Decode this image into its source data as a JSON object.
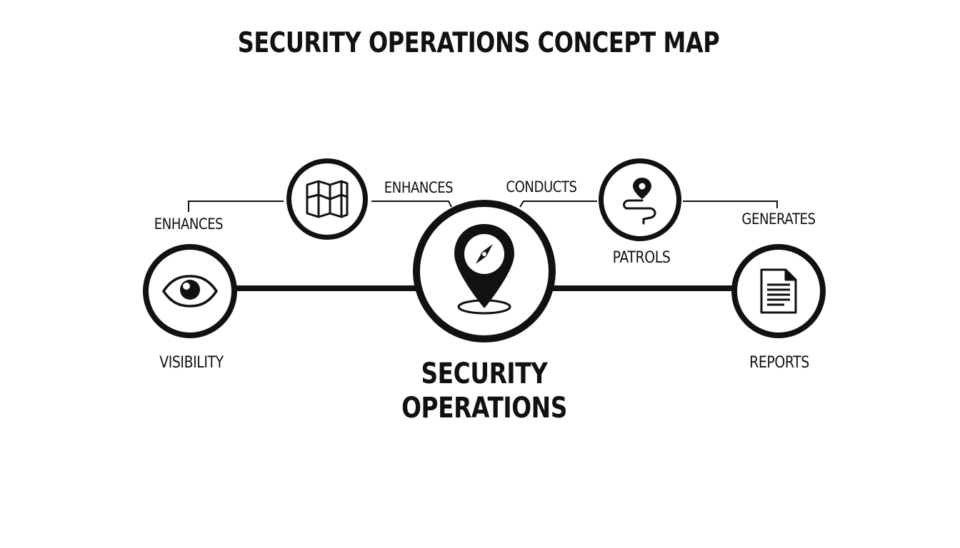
{
  "title": "SECURITY OPERATIONS CONCEPT MAP",
  "center": {
    "lines": [
      "SECURITY",
      "OPERATIONS"
    ],
    "icon": "location-pin-compass-icon"
  },
  "nodes": {
    "visibility": {
      "label": "VISIBILITY",
      "icon": "eye-icon"
    },
    "map": {
      "label": "",
      "icon": "folded-map-icon"
    },
    "patrols": {
      "label": "PATROLS",
      "icon": "route-pin-icon"
    },
    "reports": {
      "label": "REPORTS",
      "icon": "document-icon"
    }
  },
  "edges": {
    "visibility_to_map": "ENHANCES",
    "map_to_center": "ENHANCES",
    "center_to_patrols": "CONDUCTS",
    "patrols_to_reports": "GENERATES"
  },
  "colors": {
    "ink": "#111111",
    "background": "#ffffff"
  }
}
